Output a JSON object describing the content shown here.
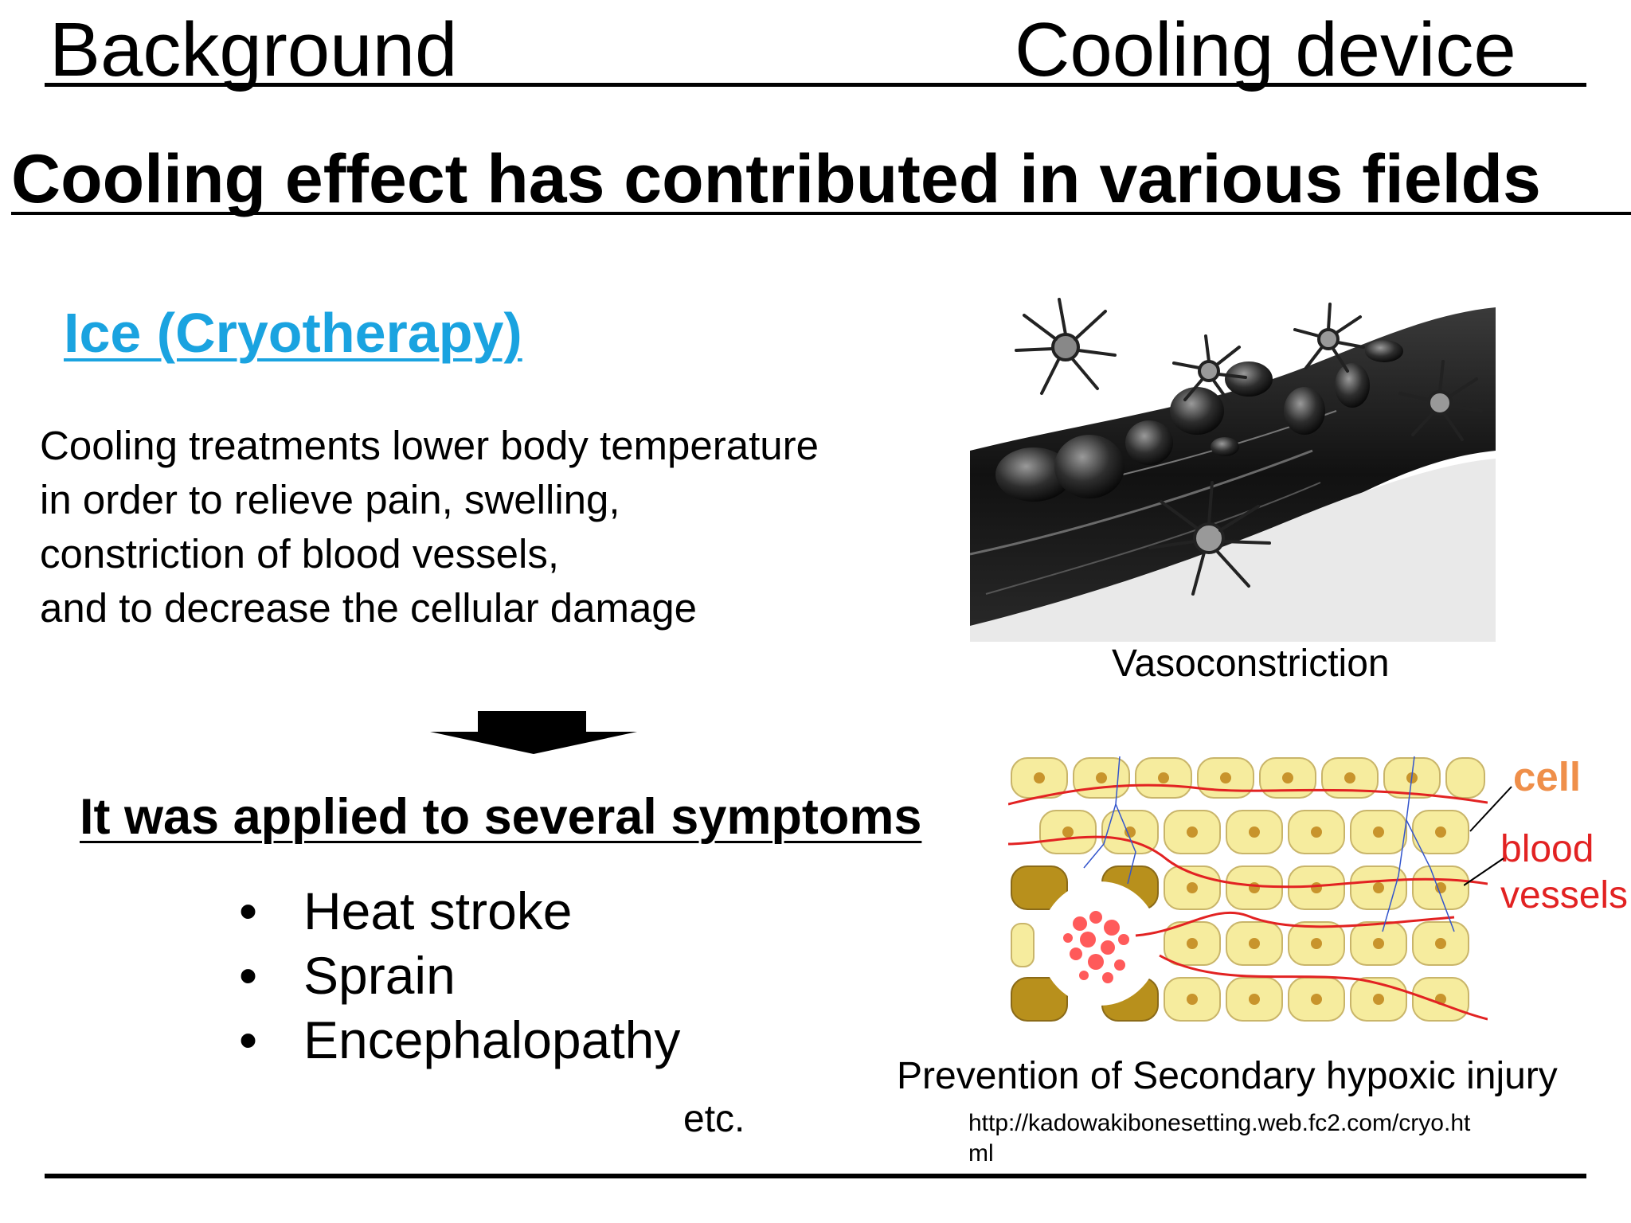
{
  "header": {
    "left_title": "Background",
    "right_title": "Cooling device"
  },
  "main_title": "Cooling effect has contributed in various fields",
  "ice_section": {
    "title": "Ice (Cryotherapy)",
    "description_lines": [
      "Cooling treatments lower body temperature",
      "in order to relieve pain, swelling,",
      "constriction of blood vessels,",
      "and to decrease the cellular damage"
    ],
    "accent_color": "#1aa3e0"
  },
  "applications": {
    "heading": "It was applied to several symptoms",
    "bullet_char": "•",
    "items": [
      "Heat stroke",
      "Sprain",
      "Encephalopathy"
    ],
    "etc": "etc."
  },
  "figure_vaso": {
    "caption": "Vasoconstriction"
  },
  "figure_cells": {
    "label_cell": "cell",
    "label_blood_line1": "blood",
    "label_blood_line2": "vessels",
    "caption": "Prevention of Secondary hypoxic injury",
    "url_line1": "http://kadowakibonesetting.web.fc2.com/cryo.ht",
    "url_line2": "ml",
    "cell_color": "#f6ec9e",
    "nucleus_color": "#c8942c",
    "vessel_color": "#e22222"
  }
}
